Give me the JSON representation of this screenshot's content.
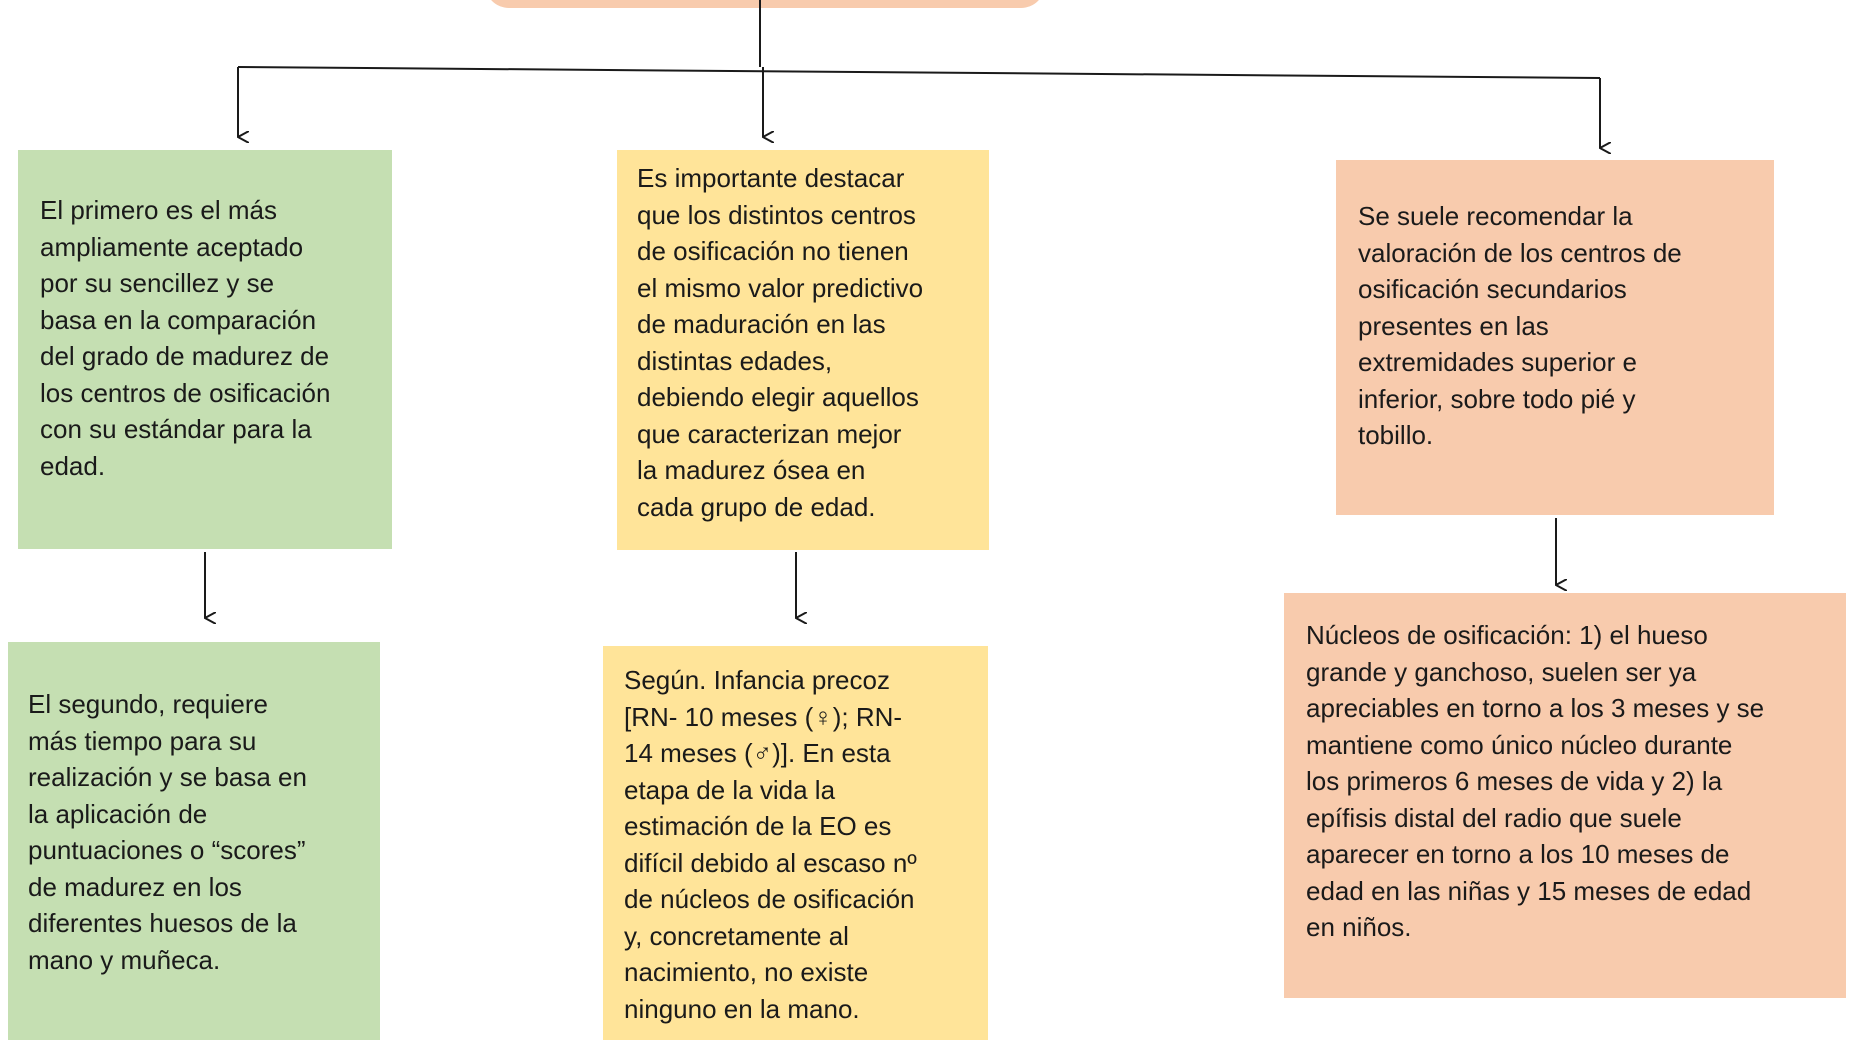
{
  "diagram": {
    "colors": {
      "green": "#c5dfb2",
      "yellow": "#ffe499",
      "salmon": "#f8cbad",
      "line": "#1a1a1a"
    },
    "boxes": {
      "green_1": "El primero es el más\nampliamente aceptado\npor su sencillez y se\nbasa en la comparación\ndel grado de madurez de\nlos centros de osificación\ncon su estándar para la\nedad.",
      "green_2": "El segundo, requiere\nmás tiempo para su\nrealización y se basa en\nla aplicación de\npuntuaciones o “scores”\nde madurez en los\ndiferentes huesos de la\nmano y muñeca.",
      "yellow_1": " Es importante destacar\nque los distintos centros\nde osificación no tienen\nel mismo valor predictivo\nde maduración en las\ndistintas edades,\ndebiendo elegir aquellos\nque caracterizan mejor\nla madurez ósea en\ncada grupo de edad.",
      "yellow_2": "Según. Infancia precoz\n[RN- 10 meses (♀); RN-\n14 meses (♂)]. En esta\netapa de la vida la\nestimación de la EO es\ndifícil debido al escaso nº\nde núcleos de osificación\ny, concretamente al\nnacimiento, no existe\nninguno en la mano.",
      "salmon_1": "Se suele recomendar la\nvaloración de los centros de\nosificación secundarios\npresentes en las\nextremidades superior e\ninferior, sobre todo pié y\ntobillo.",
      "salmon_2": "Núcleos de  osificación: 1) el hueso\ngrande y ganchoso, suelen ser ya\napreciables en torno a los 3 meses y se\nmantiene como único núcleo durante\nlos primeros 6 meses de vida y 2) la\nepífisis distal del radio que suele\naparecer en torno a los 10 meses de\nedad en las niñas y 15 meses de edad\nen niños."
    }
  }
}
